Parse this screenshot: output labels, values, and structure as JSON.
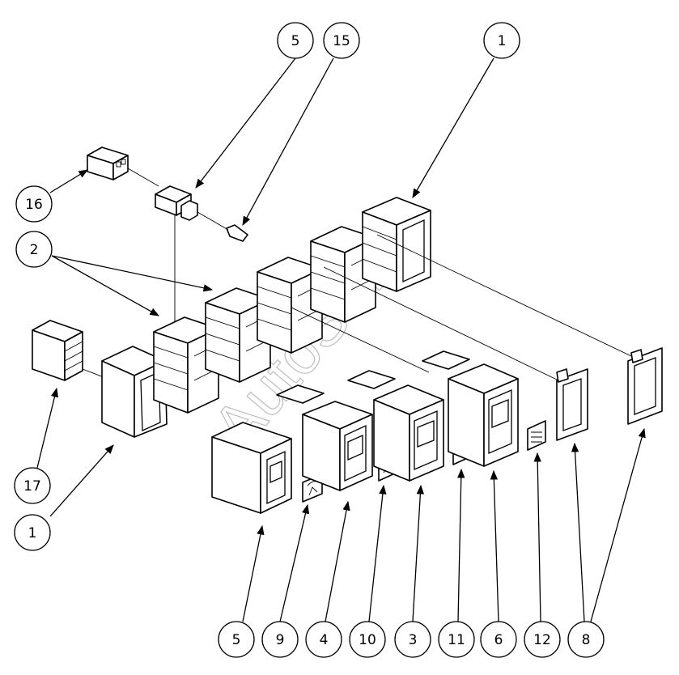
{
  "watermark": "AutoSoft",
  "callouts": {
    "c5_top": "5",
    "c15_top": "15",
    "c1_top": "1",
    "c16": "16",
    "c2": "2",
    "c17": "17",
    "c1_left": "1",
    "b5": "5",
    "b9": "9",
    "b4": "4",
    "b10": "10",
    "b3": "3",
    "b11": "11",
    "b6": "6",
    "b12": "12",
    "b8": "8"
  }
}
